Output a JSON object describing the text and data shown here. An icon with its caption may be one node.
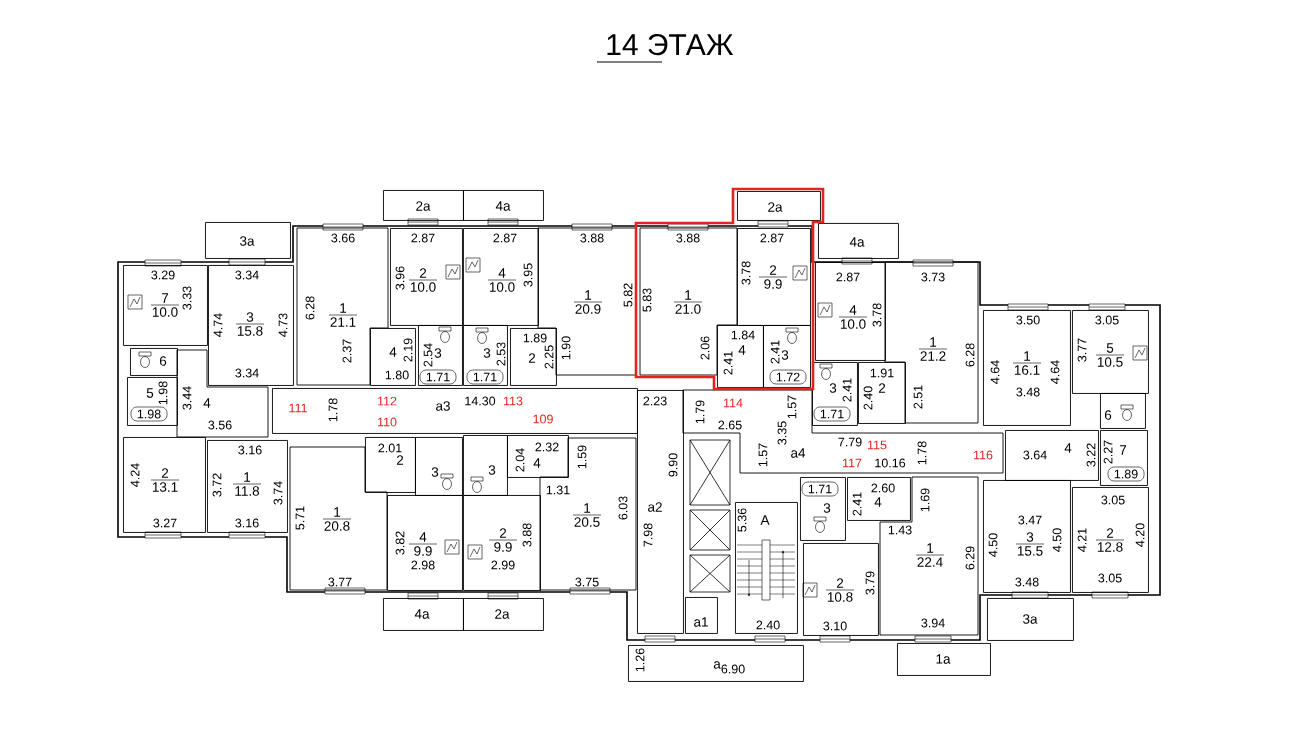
{
  "diagram": {
    "title": "14 ЭТАЖ",
    "nodes": [
      {
        "text": [
          "2a"
        ]
      },
      {
        "text": [
          "4a"
        ]
      },
      {
        "text": [],
        "shape": "box"
      },
      {
        "text": [
          "2a"
        ],
        "in": 2
      },
      {
        "text": [
          "3a"
        ]
      },
      {
        "text": [
          "4a"
        ]
      },
      {
        "text": [
          "1",
          "21.1"
        ]
      },
      {
        "text": [
          "2",
          "10.0"
        ]
      },
      {
        "text": [
          "4",
          "10.0"
        ]
      },
      {
        "text": [
          "1",
          "20.9"
        ]
      },
      {
        "text": [
          "1",
          "21.0"
        ],
        "in": 2
      },
      {
        "text": [
          "2",
          "9.9"
        ],
        "in": 2
      },
      {
        "text": [
          "7",
          "10.0"
        ]
      },
      {
        "text": [
          "3",
          "15.8"
        ]
      },
      {
        "text": [
          "4",
          "10.0"
        ]
      },
      {
        "text": [
          "1",
          "21.2"
        ]
      },
      {
        "text": [
          "1",
          "16.1"
        ]
      },
      {
        "text": [
          "5",
          "10.5"
        ]
      },
      {
        "text": [
          "4"
        ]
      },
      {
        "text": [
          "3"
        ]
      },
      {
        "text": [
          "3"
        ]
      },
      {
        "text": [
          "2"
        ]
      },
      {
        "text": [
          "4"
        ],
        "in": 2
      },
      {
        "text": [
          "3"
        ],
        "in": 2
      },
      {
        "text": [
          "6"
        ]
      },
      {
        "text": [
          "3"
        ]
      },
      {
        "text": [
          "2"
        ]
      },
      {
        "text": [
          "5"
        ]
      },
      {
        "text": [
          "4"
        ]
      },
      {
        "text": [
          "a3"
        ]
      },
      {
        "text": [
          "6"
        ]
      },
      {
        "text": [
          "a4"
        ]
      },
      {
        "text": [
          "4"
        ]
      },
      {
        "text": [
          "7"
        ]
      },
      {
        "text": [
          "2",
          "13.1"
        ]
      },
      {
        "text": [
          "1",
          "11.8"
        ]
      },
      {
        "text": [
          "2"
        ]
      },
      {
        "text": [
          "3"
        ]
      },
      {
        "text": [
          "3"
        ]
      },
      {
        "text": [
          "4"
        ]
      },
      {
        "text": [
          "1",
          "20.8"
        ]
      },
      {
        "text": [
          "1",
          "20.5"
        ]
      },
      {
        "text": [
          "a2"
        ]
      },
      {
        "text": [
          "3"
        ]
      },
      {
        "text": [
          "4"
        ]
      },
      {
        "text": [
          "1",
          "22.4"
        ]
      },
      {
        "text": [
          "3",
          "15.5"
        ]
      },
      {
        "text": [
          "2",
          "12.8"
        ]
      },
      {
        "text": [
          "4",
          "9.9"
        ]
      },
      {
        "text": [
          "2",
          "9.9"
        ]
      },
      {
        "text": [
          "A"
        ]
      },
      {
        "text": [
          "2",
          "10.8"
        ]
      },
      {
        "text": [
          "4a"
        ]
      },
      {
        "text": [
          "2a"
        ]
      },
      {
        "text": [
          "3a"
        ]
      },
      {
        "text": [
          "a1"
        ]
      },
      {
        "text": [
          "1a"
        ]
      },
      {
        "text": [
          "a"
        ]
      }
    ],
    "labels": [
      "3.66",
      "2.87",
      "2.87",
      "3.88",
      "3.88",
      "2.87",
      "3.96",
      "3.95",
      "3.78",
      "3.29",
      "3.34",
      "2.87",
      "3.73",
      "5.82",
      "5.83",
      "3.33",
      "6.28",
      "3.78",
      "3.50",
      "3.05",
      "4.74",
      "4.73",
      "1.89",
      "1.84",
      "2.37",
      "2.19",
      "2.54",
      "2.53",
      "2.25",
      "1.90",
      "2.06",
      "2.41",
      "2.41",
      "3.77",
      "6.28",
      "4.64",
      "4.64",
      "1.91",
      "3.34",
      "1.80",
      "1.71",
      "1.71",
      "1.72",
      "2.41",
      "2.40",
      "2.51",
      "3.48",
      "1.98",
      "3.44",
      "2.23",
      "1.57",
      "112",
      "14.30",
      "113",
      "114",
      "111",
      "1.78",
      "1.79",
      "1.71",
      "1.98",
      "109",
      "110",
      "3.56",
      "2.65",
      "3.35",
      "7.79",
      "115",
      "3.16",
      "2.01",
      "2.32",
      "2.27",
      "1.57",
      "1.78",
      "3.22",
      "3.64",
      "116",
      "1.59",
      "117",
      "10.16",
      "9.90",
      "2.04",
      "4.24",
      "1.89",
      "3.72",
      "2.60",
      "1.71",
      "3.74",
      "1.31",
      "1.69",
      "3.05",
      "6.03",
      "2.41",
      "5.36",
      "5.71",
      "3.47",
      "3.27",
      "3.16",
      "1.43",
      "4.20",
      "7.98",
      "3.88",
      "4.21",
      "4.50",
      "3.82",
      "4.50",
      "6.29",
      "2.99",
      "2.98",
      "3.48",
      "3.77",
      "3.75",
      "3.79",
      "3.05",
      "3.94",
      "3.10",
      "2.40",
      "1.26",
      "6.90"
    ]
  }
}
